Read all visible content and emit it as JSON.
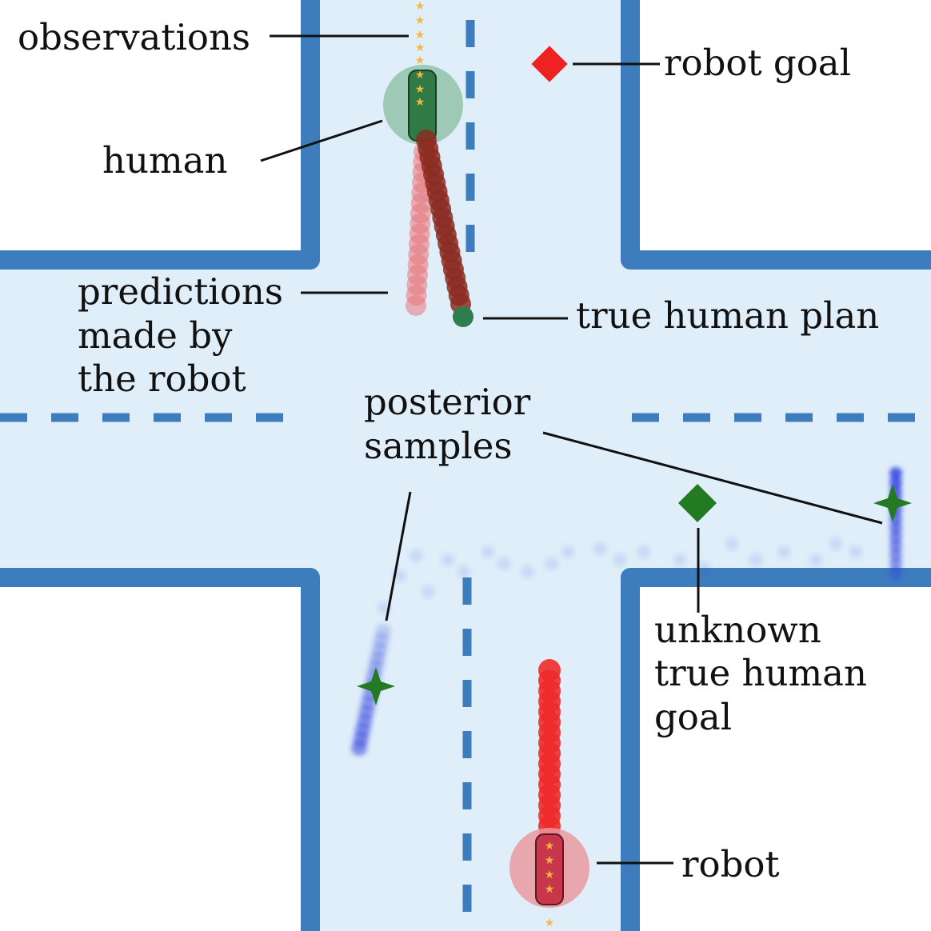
{
  "labels": {
    "observations": "observations",
    "human": "human",
    "robot_goal": "robot goal",
    "predictions_line1": "predictions",
    "predictions_line2": "made by",
    "predictions_line3": "the robot",
    "true_human_plan": "true human plan",
    "posterior_line1": "posterior",
    "posterior_line2": "samples",
    "unknown_line1": "unknown",
    "unknown_line2": "true human",
    "unknown_line3": "goal",
    "robot": "robot"
  },
  "colors": {
    "road": "#dfeef9",
    "wall": "#3d7dbd",
    "lane_dash": "#3d7dbd",
    "robot_goal": "#ee2222",
    "true_goal": "#237a23",
    "prediction": "#e9777b",
    "true_plan": "#8b2c22",
    "posterior": "#3344dd",
    "human_disc": "#8fbfa6",
    "robot_disc": "#e99aa0",
    "observation": "#f5b642",
    "robot_plan": "#ee2b2b"
  }
}
